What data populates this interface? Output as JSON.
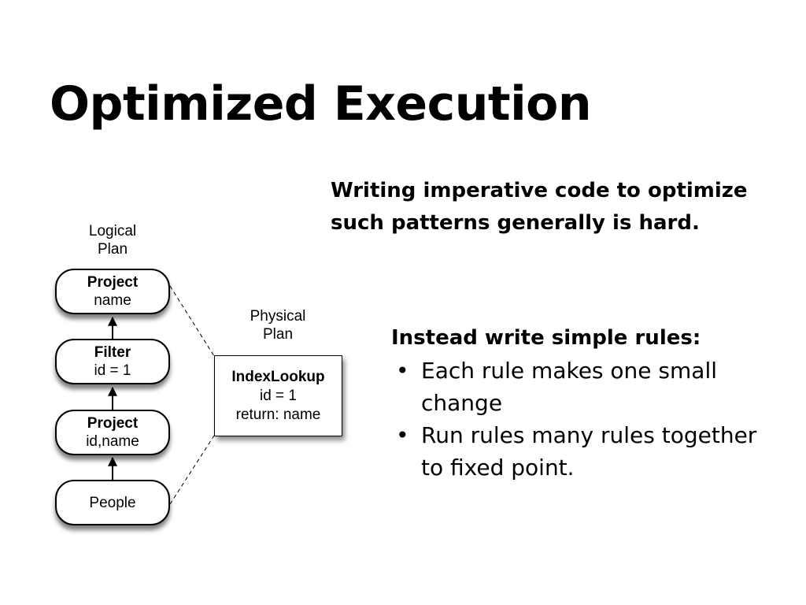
{
  "slide": {
    "title": "Optimized Execution",
    "statement": {
      "line1": "Writing imperative code to optimize",
      "line2": "such patterns generally is hard."
    },
    "rules": {
      "heading": "Instead write simple rules:",
      "bullets": [
        {
          "line1": "Each rule makes one small",
          "line2": "change"
        },
        {
          "line1": "Run rules many rules together",
          "line2": "to fixed point."
        }
      ]
    }
  },
  "diagram": {
    "logical_plan_label": {
      "line1": "Logical",
      "line2": "Plan"
    },
    "physical_plan_label": {
      "line1": "Physical",
      "line2": "Plan"
    },
    "logical_nodes": [
      {
        "op": "Project",
        "detail": "name"
      },
      {
        "op": "Filter",
        "detail": "id = 1"
      },
      {
        "op": "Project",
        "detail": "id,name"
      },
      {
        "op": "",
        "detail": "People"
      }
    ],
    "physical_node": {
      "op": "IndexLookup",
      "detail1": "id = 1",
      "detail2": "return: name"
    }
  }
}
